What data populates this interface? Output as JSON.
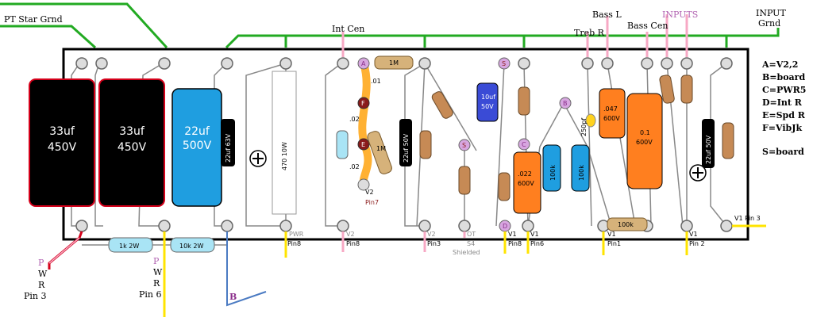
{
  "labels": {
    "pt_star_grnd": "PT Star Grnd",
    "int_cen": "Int Cen",
    "bass_l": "Bass L",
    "treb_r": "Treb R",
    "bass_cen": "Bass Cen",
    "inputs": "INPUTS",
    "input_grnd_1": "INPUT",
    "input_grnd_2": "Grnd"
  },
  "legend": {
    "items": [
      "A=V2,2",
      "B=board",
      "C=PWR5",
      "D=Int R",
      "E=Spd R",
      "F=VibJk",
      "S=board"
    ]
  },
  "components": {
    "cap1_value": "33uf",
    "cap1_volt": "450V",
    "cap2_value": "33uf",
    "cap2_volt": "450V",
    "cap3_value": "22uf",
    "cap3_volt": "500V",
    "cap4": "22uf 63V",
    "res_power": "470 10W",
    "res_1m": "1M",
    "cap_small_1": ".01",
    "cap_small_2": ".02",
    "cap_small_3": ".02",
    "res_mid_1": "1M",
    "cap_22uf_50v": "22uf 50V",
    "cap_10uf_1": "10uf",
    "cap_10uf_2": "50V",
    "cap_022_1": ".022",
    "cap_022_2": "600V",
    "res_100k_1": "100k",
    "res_100k_2": "100k",
    "cap_250pf": "250pf",
    "cap_047_1": ".047",
    "cap_047_2": "600V",
    "cap_01_1": "0.1",
    "cap_01_2": "600V",
    "res_100k_bottom": "100k",
    "cap_22uf_50v_right": "22uf 50V",
    "res_1k_2w": "1k 2W",
    "res_10k_2w": "10k 2W"
  },
  "pads": {
    "A": "A",
    "F": "F",
    "E": "E",
    "S1": "S",
    "S2": "S",
    "C": "C",
    "B": "B",
    "D": "D"
  },
  "pin_labels": {
    "pwr_1": "PWR",
    "pwr_2": "Pin8",
    "v2_pin7_1": "V2",
    "v2_pin7_2": "Pin7",
    "v2_pin8_1": "V2",
    "v2_pin8_2": "Pin8",
    "v2_pin3_1": "V2",
    "v2_pin3_2": "Pin3",
    "ot_1": "OT",
    "ot_2": "S4",
    "ot_3": "Shielded",
    "v1_pin8_1": "V1",
    "v1_pin8_2": "Pin8",
    "v1_pin6_1": "V1",
    "v1_pin6_2": "Pin6",
    "v1_pin1_1": "V1",
    "v1_pin1_2": "Pin1",
    "v1_pin2_1": "V1",
    "v1_pin2_2": "Pin 2",
    "v1_pin3": "V1 Pin 3",
    "pwr_left": [
      "P",
      "W",
      "R",
      "Pin 3"
    ],
    "pwr_mid": [
      "P",
      "W",
      "R",
      "Pin 6"
    ],
    "b_label": "B"
  },
  "colors": {
    "ground": "#22aa22",
    "board": "#ffffff",
    "cap_black": "#000000",
    "cap_blue": "#1f9ee0",
    "cap_orange": "#ff7f1f",
    "yellow_wire": "#ffe400",
    "pink_wire": "#f7a8c4",
    "red_outline": "#d4001a"
  }
}
